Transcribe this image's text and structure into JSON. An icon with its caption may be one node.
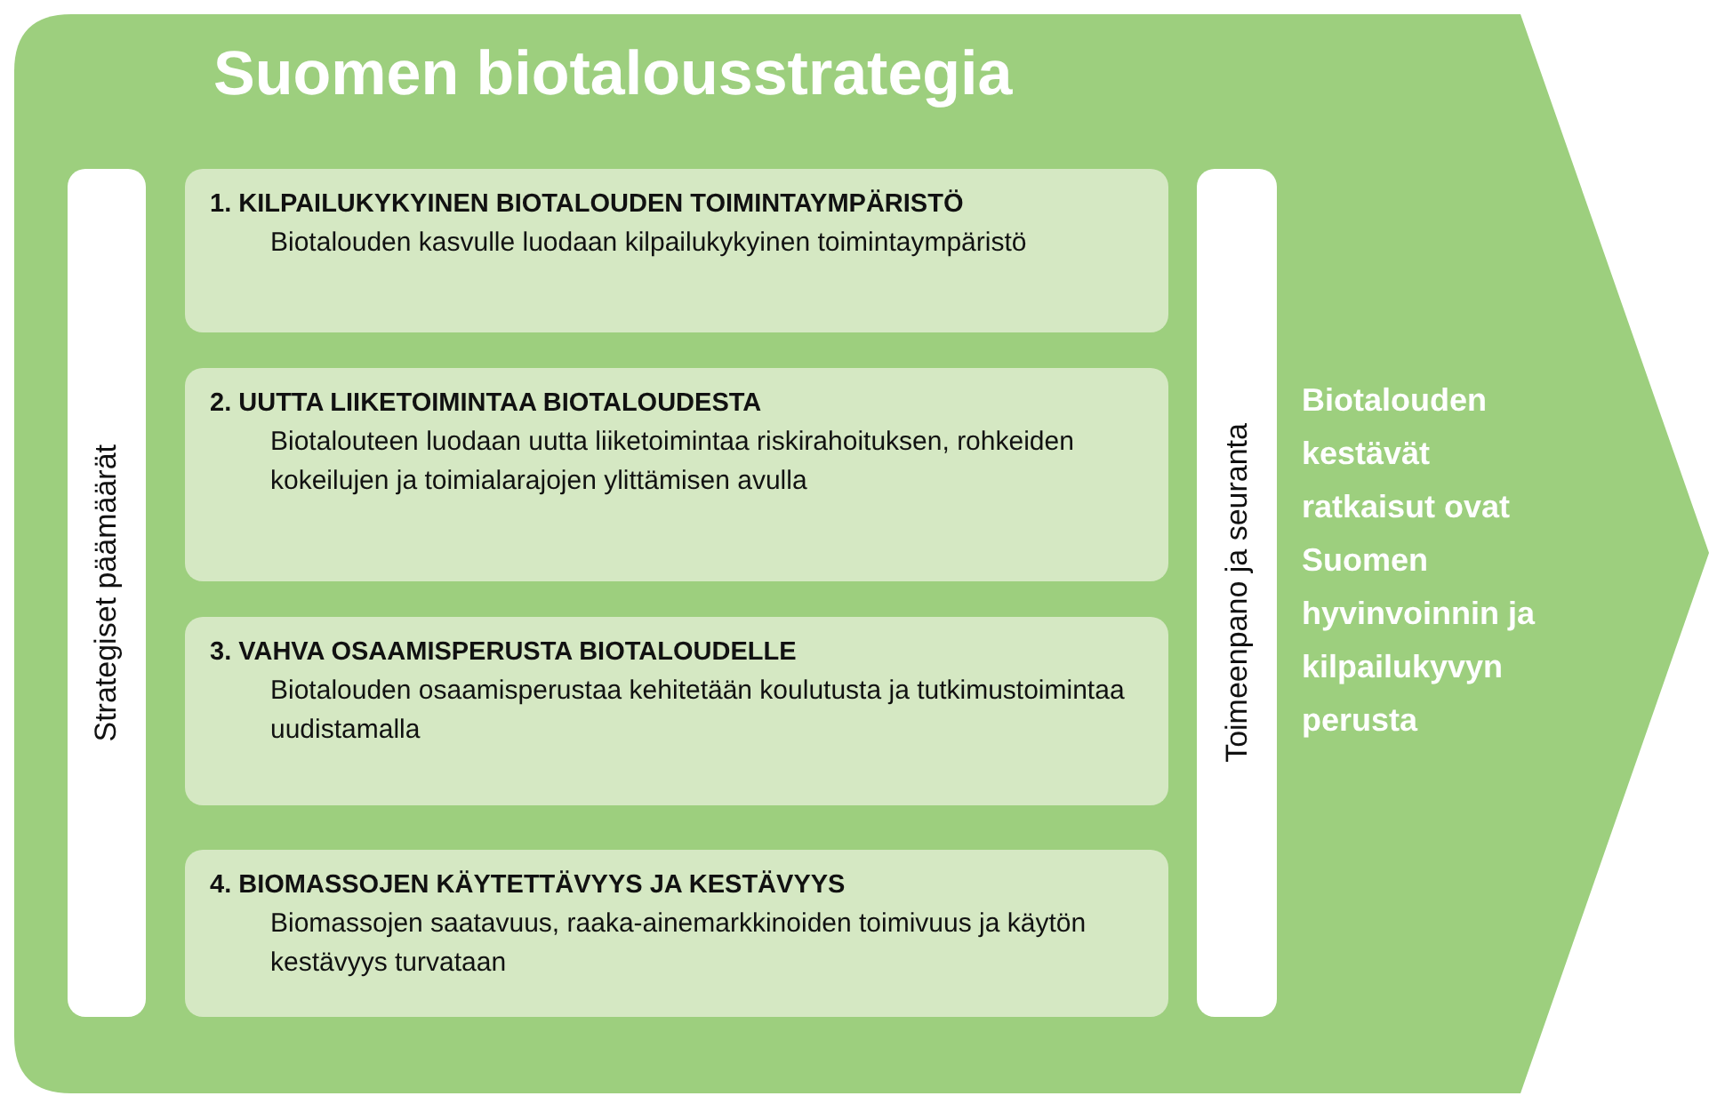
{
  "diagram": {
    "nodes": [
      {
        "text": [
          "Suomen biotalousstrategia",
          "Biotalouden kestävät ratkaisut ovat Suomen hyvinvoinnin ja kilpailukyvyn perusta"
        ]
      },
      {
        "text": [
          "Strategiset päämäärät"
        ],
        "in": 0
      },
      {
        "text": [
          "1. KILPAILUKYKYINEN BIOTALOUDEN TOIMINTAYMPÄRISTÖ",
          "Biotalouden kasvulle luodaan kilpailukykyinen toimintaympäristö"
        ],
        "in": 0
      },
      {
        "text": [
          "2. UUTTA LIIKETOIMINTAA BIOTALOUDESTA",
          "Biotalouteen luodaan uutta liiketoimintaa riskirahoituksen, rohkeiden kokeilujen ja toimialarajojen ylittämisen avulla"
        ],
        "in": 0
      },
      {
        "text": [
          "3. VAHVA OSAAMISPERUSTA BIOTALOUDELLE",
          "Biotalouden osaamisperustaa kehitetään koulutusta ja tutkimustoimintaa uudistamalla"
        ],
        "in": 0
      },
      {
        "text": [
          "4. BIOMASSOJEN KÄYTETTÄVYYS JA KESTÄVYYS",
          "Biomassojen saatavuus, raaka-ainemarkkinoiden toimivuus ja käytön kestävyys turvataan"
        ],
        "in": 0
      },
      {
        "text": [
          "Toimeenpano ja seuranta"
        ],
        "in": 0
      }
    ]
  }
}
